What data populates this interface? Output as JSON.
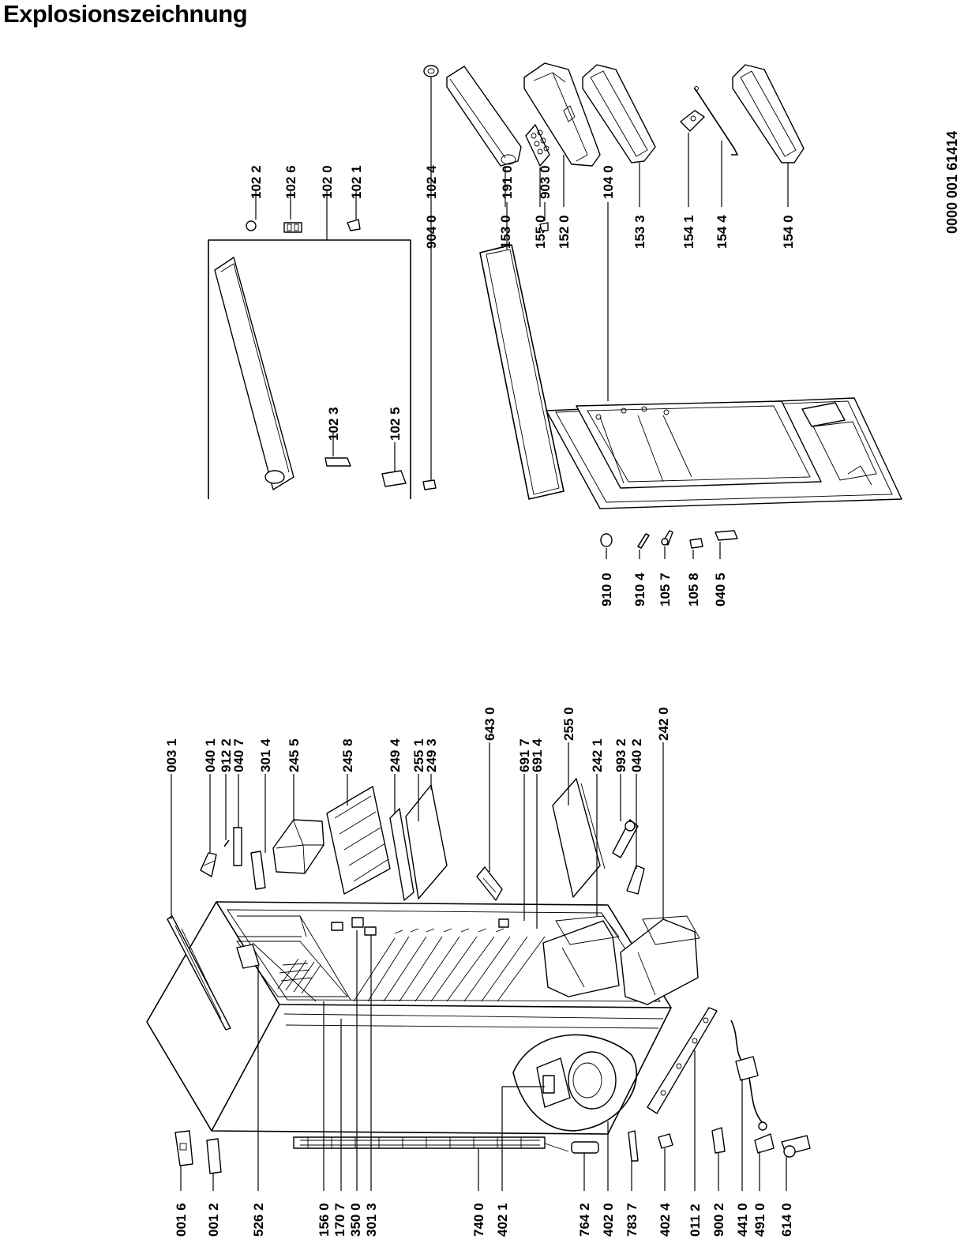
{
  "title": "Explosionszeichnung",
  "doc_number": "0000 001 61414",
  "labels": {
    "l0016": "001 6",
    "l0012": "001 2",
    "l5262": "526 2",
    "l1560": "156 0",
    "l1707": "170 7",
    "l3500": "350 0",
    "l3013": "301 3",
    "l7400": "740 0",
    "l4021": "402 1",
    "l7642": "764 2",
    "l4020": "402 0",
    "l7837": "783 7",
    "l4024": "402 4",
    "l0112": "011 2",
    "l9002": "900 2",
    "l4410": "441 0",
    "l4910": "491 0",
    "l6140": "614 0",
    "l0031": "003 1",
    "l0401": "040 1",
    "l9122": "912 2",
    "l0407": "040 7",
    "l3014": "301 4",
    "l2455": "245 5",
    "l2458": "245 8",
    "l2494": "249 4",
    "l2551": "255 1",
    "l2493": "249 3",
    "l6430": "643 0",
    "l6917": "691 7",
    "l6914": "691 4",
    "l2550": "255 0",
    "l2421": "242 1",
    "l9932": "993 2",
    "l0402": "040 2",
    "l2420": "242 0",
    "l1022": "102 2",
    "l1026": "102 6",
    "l1020": "102 0",
    "l1021": "102 1",
    "l1023": "102 3",
    "l1025": "102 5",
    "l1024": "102 4",
    "l1910": "191 0",
    "l9030": "903 0",
    "l1040": "104 0",
    "l9100": "910 0",
    "l9104": "910 4",
    "l1057": "105 7",
    "l1058": "105 8",
    "l0405": "040 5",
    "l9040": "904 0",
    "l1530": "153 0",
    "l1550": "155 0",
    "l1520": "152 0",
    "l1533": "153 3",
    "l1541": "154 1",
    "l1544": "154 4",
    "l1540": "154 0"
  }
}
